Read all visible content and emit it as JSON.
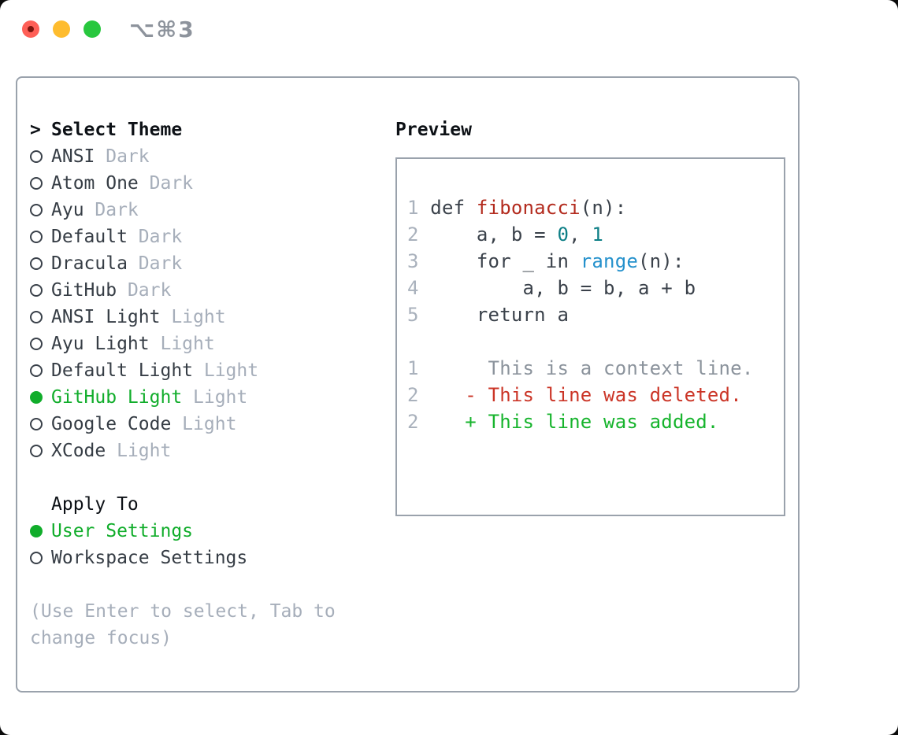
{
  "window": {
    "title_shortcut": "⌥⌘3"
  },
  "colors": {
    "accent_green": "#11ad2b",
    "traffic_red": "#fe5f57",
    "traffic_yellow": "#febc2e",
    "traffic_green": "#28c73e",
    "panel_border": "#9aa2ac",
    "muted_text": "#a6aeba",
    "dark_text": "#363d45",
    "deleted_red": "#cb3527",
    "added_green": "#17b42d"
  },
  "theme_picker": {
    "prompt": ">",
    "header": "Select Theme",
    "items": [
      {
        "name": "ANSI",
        "variant": "Dark",
        "selected": false
      },
      {
        "name": "Atom One",
        "variant": "Dark",
        "selected": false
      },
      {
        "name": "Ayu",
        "variant": "Dark",
        "selected": false
      },
      {
        "name": "Default",
        "variant": "Dark",
        "selected": false
      },
      {
        "name": "Dracula",
        "variant": "Dark",
        "selected": false
      },
      {
        "name": "GitHub",
        "variant": "Dark",
        "selected": false
      },
      {
        "name": "ANSI Light",
        "variant": "Light",
        "selected": false
      },
      {
        "name": "Ayu Light",
        "variant": "Light",
        "selected": false
      },
      {
        "name": "Default Light",
        "variant": "Light",
        "selected": false
      },
      {
        "name": "GitHub Light",
        "variant": "Light",
        "selected": true
      },
      {
        "name": "Google Code",
        "variant": "Light",
        "selected": false
      },
      {
        "name": "XCode",
        "variant": "Light",
        "selected": false
      }
    ]
  },
  "apply_to": {
    "header": "Apply To",
    "options": [
      {
        "label": "User Settings",
        "selected": true
      },
      {
        "label": "Workspace Settings",
        "selected": false
      }
    ]
  },
  "help_text": "(Use Enter to select, Tab to change focus)",
  "preview": {
    "header": "Preview",
    "lines": [
      [
        {
          "t": "1",
          "c": "ln"
        },
        {
          "t": " def ",
          "c": "pl"
        },
        {
          "t": "fibonacci",
          "c": "fn"
        },
        {
          "t": "(n):",
          "c": "pl"
        }
      ],
      [
        {
          "t": "2",
          "c": "ln"
        },
        {
          "t": "     a, b = ",
          "c": "pl"
        },
        {
          "t": "0",
          "c": "num"
        },
        {
          "t": ", ",
          "c": "pl"
        },
        {
          "t": "1",
          "c": "num"
        }
      ],
      [
        {
          "t": "3",
          "c": "ln"
        },
        {
          "t": "     for _ in ",
          "c": "pl"
        },
        {
          "t": "range",
          "c": "bi"
        },
        {
          "t": "(n):",
          "c": "pl"
        }
      ],
      [
        {
          "t": "4",
          "c": "ln"
        },
        {
          "t": "         a, b = b, a + b",
          "c": "pl"
        }
      ],
      [
        {
          "t": "5",
          "c": "ln"
        },
        {
          "t": "     return a",
          "c": "pl"
        }
      ],
      [],
      [
        {
          "t": "1",
          "c": "ln"
        },
        {
          "t": "      This is a context line.",
          "c": "ctx"
        }
      ],
      [
        {
          "t": "2",
          "c": "ln"
        },
        {
          "t": "    ",
          "c": "pl"
        },
        {
          "t": "- This line was deleted.",
          "c": "del"
        }
      ],
      [
        {
          "t": "2",
          "c": "ln"
        },
        {
          "t": "    ",
          "c": "pl"
        },
        {
          "t": "+ This line was added.",
          "c": "add"
        }
      ]
    ]
  }
}
